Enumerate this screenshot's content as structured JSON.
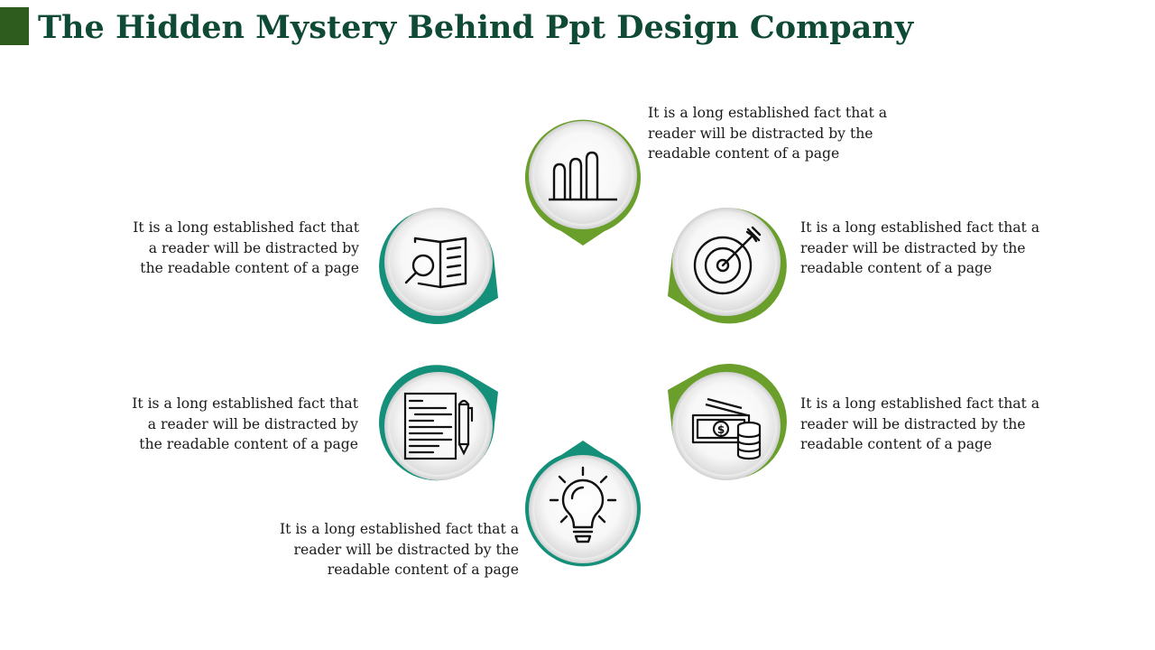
{
  "title": "The Hidden Mystery Behind Ppt Design Company",
  "colors": {
    "accent_light": "#6a9f2c",
    "accent_dark": "#14907a",
    "title": "#0f4a35",
    "bar": "#2e5b1e"
  },
  "items": [
    {
      "icon": "bar-chart-icon",
      "text": "It is a long established fact that a\nreader will be distracted by the\nreadable content of a page"
    },
    {
      "icon": "target-icon",
      "text": "It is a long established fact that a\nreader will be distracted by the\nreadable content of a page"
    },
    {
      "icon": "money-icon",
      "text": "It is a long established fact that a\nreader will be distracted by the\nreadable content of a page"
    },
    {
      "icon": "lightbulb-icon",
      "text": "It is a long established fact that a\nreader will be distracted by the\nreadable content of a page"
    },
    {
      "icon": "document-pen-icon",
      "text": "It is a long established fact that\na reader will be distracted by\nthe readable content of a page"
    },
    {
      "icon": "book-search-icon",
      "text": "It is a long established fact that\na reader will be distracted by\nthe readable content of a page"
    }
  ]
}
